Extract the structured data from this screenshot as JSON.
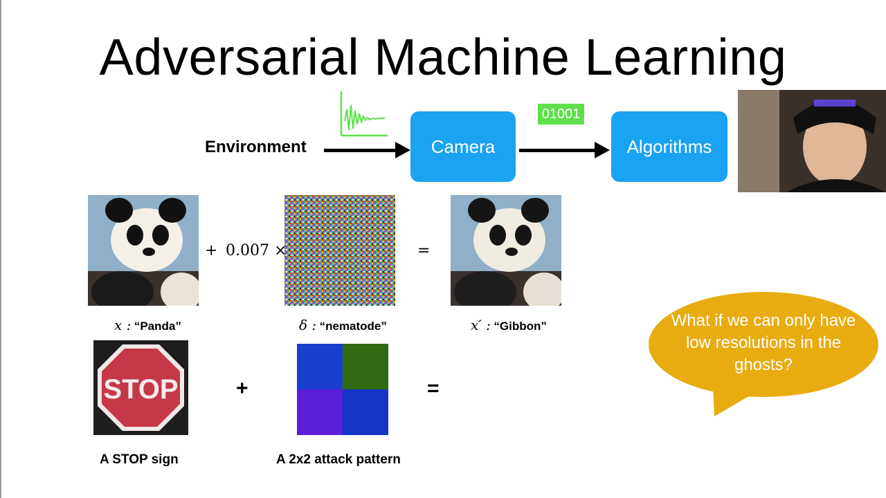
{
  "slide": {
    "title": "Adversarial Machine Learning"
  },
  "pipeline": {
    "environment_label": "Environment",
    "camera_label": "Camera",
    "algorithms_label": "Algorithms",
    "bits_label": "01001",
    "colors": {
      "box": "#1aa3f0",
      "bits": "#5de04a",
      "signal": "#5de04a"
    },
    "icons": [
      "waveform-signal-icon"
    ]
  },
  "example1": {
    "plus": "+",
    "coefficient": "0.007 ×",
    "equals": "=",
    "x_symbol": "x :",
    "x_label": "“Panda”",
    "delta_symbol": "δ :",
    "delta_label": "“nematode”",
    "xprime_symbol": "x′ :",
    "xprime_label": "“Gibbon”"
  },
  "example2": {
    "plus": "+",
    "equals": "=",
    "stop_caption": "A STOP sign",
    "pattern_caption": "A 2x2 attack pattern",
    "stop_sign_text": "STOP",
    "pattern_colors": [
      "#1a3fd0",
      "#2f6a10",
      "#5a1fd8",
      "#1534c8"
    ]
  },
  "speech_bubble": {
    "text": "What if we can only have low resolutions in the ghosts?",
    "color": "#e8ac10"
  }
}
